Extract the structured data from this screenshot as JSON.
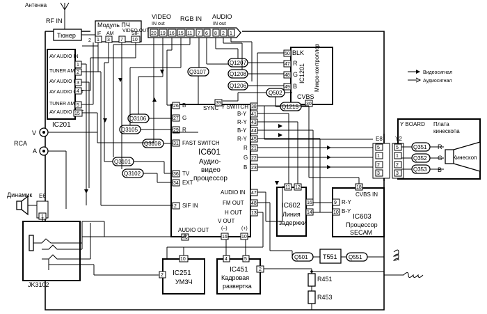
{
  "antenna": {
    "label": "Антенна",
    "rf_in": "RF IN"
  },
  "tuner": {
    "label": "Тюнер"
  },
  "if_module": {
    "title": "Модуль ПЧ",
    "video_out": "VIDEO OUT",
    "if": "IF",
    "am": "AM",
    "sif": "SIF",
    "pins": [
      "1",
      "2",
      "3",
      "7",
      "10"
    ]
  },
  "top_connector": {
    "video": "VIDEO",
    "video_sub": "IN   out",
    "rgb": "RGB IN",
    "audio": "AUDIO",
    "audio_sub": "IN  out",
    "pins": [
      "20",
      "19",
      "16",
      "15",
      "11",
      "7",
      "6",
      "8",
      "2",
      "1"
    ]
  },
  "ic201": {
    "label": "IC201",
    "rows": [
      {
        "name": "AV AUDIO IN",
        "pin": "1"
      },
      {
        "name": "TUNER AM",
        "pin": "2"
      },
      {
        "name": "AV AUDIO IN",
        "pin": "3"
      },
      {
        "name": "AV AUDIO OUT",
        "pin": "4"
      },
      {
        "name": "TUNER AM",
        "pin": "5"
      },
      {
        "name": "AV AUDIO OUT",
        "pin": "15"
      }
    ]
  },
  "ic1201": {
    "label": "IC1201",
    "sub": "Микро-контроллер",
    "pins": [
      {
        "name": "BLK",
        "pin": "50"
      },
      {
        "name": "R",
        "pin": "47"
      },
      {
        "name": "G",
        "pin": "48"
      },
      {
        "name": "B",
        "pin": "49"
      },
      {
        "name": "CVBS",
        "pin": "30"
      }
    ]
  },
  "transistors": {
    "q1207": "Q1207",
    "q1208": "Q1208",
    "q1206": "Q1206",
    "q3107": "Q3107",
    "q502": "Q502",
    "q1215": "Q1215",
    "q3106": "Q3106",
    "q3105": "Q3105",
    "q3108": "Q3108",
    "q3101": "Q3101",
    "q3102": "Q3102",
    "q501": "Q501",
    "q551": "Q551",
    "q351": "Q351",
    "q352": "Q352",
    "q353": "Q353"
  },
  "ic601": {
    "label": "IC601",
    "l2": "Аудио-",
    "l3": "видео",
    "l4": "процессор",
    "sync": "SYNC",
    "y_switch": "Y SWITCH",
    "fast_switch": "FAST SWITCH",
    "left_pins": [
      {
        "name": "B",
        "pin": "26"
      },
      {
        "name": "G",
        "pin": "27"
      },
      {
        "name": "R",
        "pin": "29"
      },
      {
        "name": "",
        "pin": "31"
      },
      {
        "name": "TV",
        "pin": "36"
      },
      {
        "name": "EXT",
        "pin": "34"
      },
      {
        "name": "SIF IN",
        "pin": "2"
      }
    ],
    "sync_pin": "39",
    "right_pins": [
      {
        "name": "Y SWITCH",
        "pin": "38"
      },
      {
        "name": "B-Y",
        "pin": "41"
      },
      {
        "name": "R-Y",
        "pin": "43"
      },
      {
        "name": "B-Y",
        "pin": "44"
      },
      {
        "name": "R-Y",
        "pin": "45"
      },
      {
        "name": "R",
        "pin": "21"
      },
      {
        "name": "G",
        "pin": "22"
      },
      {
        "name": "B",
        "pin": "23"
      },
      {
        "name": "AUDIO IN",
        "pin": "47"
      },
      {
        "name": "FM OUT",
        "pin": "48"
      },
      {
        "name": "H OUT",
        "pin": "13"
      }
    ],
    "audio_out": "AUDIO OUT",
    "audio_out_pin": "46",
    "v_out": "V OUT",
    "v_out_minus": "(–)",
    "v_out_plus": "(+)",
    "v_out_pins": [
      "16",
      "10"
    ]
  },
  "ic602": {
    "label": "IC602",
    "l2": "Линия",
    "l3": "задержки",
    "top_pins": [
      "11",
      "12"
    ],
    "right_pins": [
      "16",
      "14"
    ]
  },
  "ic603": {
    "label": "IC603",
    "l2": "Процессор",
    "l3": "SECAM",
    "cvbs": "CVBS IN",
    "cvbs_pin": "18",
    "ry": "R-Y",
    "by": "B-Y",
    "pins": [
      "9",
      "10"
    ]
  },
  "y_board": {
    "title": "Y BOARD",
    "l2": "Плата",
    "l3": "кинескопа",
    "e8": "E8",
    "y2": "Y2",
    "pins_e8": [
      "5",
      "1",
      "2",
      "3"
    ],
    "pins_y2": [
      "5",
      "1",
      "2",
      "3"
    ],
    "r": "R",
    "g": "G",
    "b": "B",
    "crt": "Кинескоп"
  },
  "rca": {
    "label": "RCA",
    "v": "V",
    "a": "A"
  },
  "speaker": {
    "label": "Динамик",
    "e6": "E6",
    "pin": "1"
  },
  "jack": {
    "label": "JK3102"
  },
  "ic251": {
    "label": "IC251",
    "sub": "УМЗЧ",
    "pins": [
      "10",
      "2"
    ]
  },
  "ic451": {
    "label": "IC451",
    "l2": "Кадровая",
    "l3": "развертка",
    "pins": [
      "4",
      "5"
    ]
  },
  "t551": {
    "label": "T551"
  },
  "r451": {
    "label": "R451"
  },
  "r453": {
    "label": "R453"
  },
  "cap2_pin": "2",
  "legend": {
    "video": "Видеосигнал",
    "audio": "Аудиосигнал"
  }
}
